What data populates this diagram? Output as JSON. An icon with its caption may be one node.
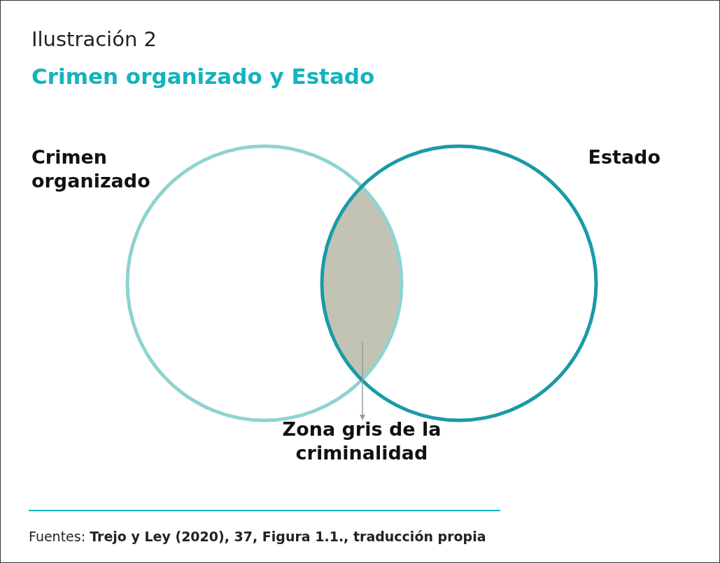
{
  "diagram": {
    "title": "Crimen organizado y Estado",
    "caption": "Fuentes: **Trejo y Ley (2020), 37, Figura 1.1., traducción propia**",
    "nodes": [
      {
        "text": [
          "Crimen organizado"
        ]
      },
      {
        "text": [
          "Estado"
        ]
      },
      {
        "text": [],
        "shape": "lens"
      },
      {
        "text": [
          "Zona gris de la criminalidad"
        ]
      }
    ],
    "edges": [
      {
        "from": 2,
        "to": 3,
        "arrow": "to"
      }
    ],
    "labels": [
      "Ilustración 2"
    ]
  }
}
